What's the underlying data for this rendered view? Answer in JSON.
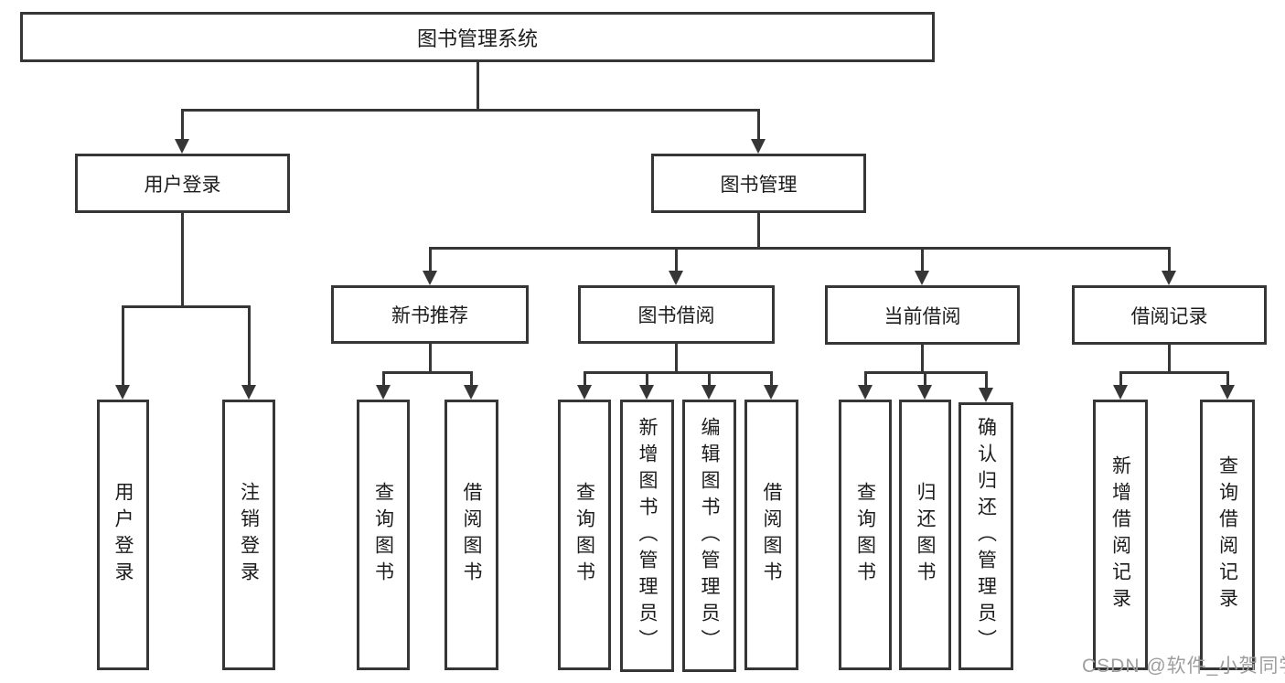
{
  "diagram": {
    "line_color": "#363636",
    "text_color": "#1c1c1c",
    "background_color": "#ffffff",
    "root": {
      "label": "图书管理系统"
    },
    "branches": [
      {
        "label": "用户登录",
        "children": [
          {
            "label": "用户登录"
          },
          {
            "label": "注销登录"
          }
        ]
      },
      {
        "label": "图书管理",
        "children": [
          {
            "label": "新书推荐",
            "children": [
              {
                "label": "查询图书"
              },
              {
                "label": "借阅图书"
              }
            ]
          },
          {
            "label": "图书借阅",
            "children": [
              {
                "label": "查询图书"
              },
              {
                "label": "新增图书（管理员）"
              },
              {
                "label": "编辑图书（管理员）"
              },
              {
                "label": "借阅图书"
              }
            ]
          },
          {
            "label": "当前借阅",
            "children": [
              {
                "label": "查询图书"
              },
              {
                "label": "归还图书"
              },
              {
                "label": "确认归还（管理员）"
              }
            ]
          },
          {
            "label": "借阅记录",
            "children": [
              {
                "label": "新增借阅记录"
              },
              {
                "label": "查询借阅记录"
              }
            ]
          }
        ]
      }
    ]
  },
  "watermark": {
    "text": "CSDN @软件_小贺同学",
    "color": "#9e9e9e"
  }
}
